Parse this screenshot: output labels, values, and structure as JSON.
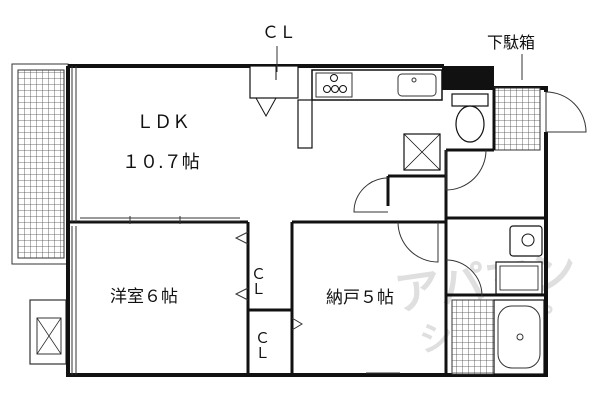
{
  "labels": {
    "ldk": "ＬＤＫ",
    "ldk_size": "１０.７帖",
    "cl_top": "ＣＬ",
    "geta": "下駄箱",
    "yoshitsu": "洋室６帖",
    "nando": "納戸５帖",
    "cl_mid": "ＣＬ",
    "cl_bottom": "ＣＬ"
  },
  "watermark": {
    "line1": "アパマン",
    "line2": "ショップ"
  }
}
